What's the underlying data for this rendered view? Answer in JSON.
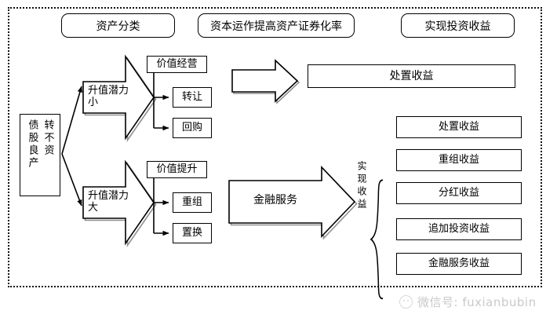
{
  "diagram": {
    "title_row": [
      {
        "label": "资产分类"
      },
      {
        "label": "资本运作提高资产证券化率"
      },
      {
        "label": "实现投资收益"
      }
    ],
    "source": {
      "col_right": "转不资",
      "col_left": "债股良产"
    },
    "branches": [
      {
        "label": "升值潜力\n小"
      },
      {
        "label": "升值潜力\n大"
      }
    ],
    "groups": [
      {
        "header": "价值经营",
        "items": [
          "转让",
          "回购"
        ]
      },
      {
        "header": "价值提升",
        "items": [
          "重组",
          "置换"
        ]
      }
    ],
    "flow_arrows": [
      {
        "label": ""
      },
      {
        "label": "金融服务"
      }
    ],
    "top_outcome": "处置收益",
    "outcome_group": {
      "vertical_label": "实现收益",
      "items": [
        "处置收益",
        "重组收益",
        "分红收益",
        "追加投资收益",
        "金融服务收益"
      ]
    },
    "watermark": {
      "text": "微信号: fuxianbubin"
    },
    "colors": {
      "stroke": "#000000",
      "background": "#ffffff",
      "shadow": "#9a9a9a",
      "watermark": "#c9c9c9"
    }
  }
}
